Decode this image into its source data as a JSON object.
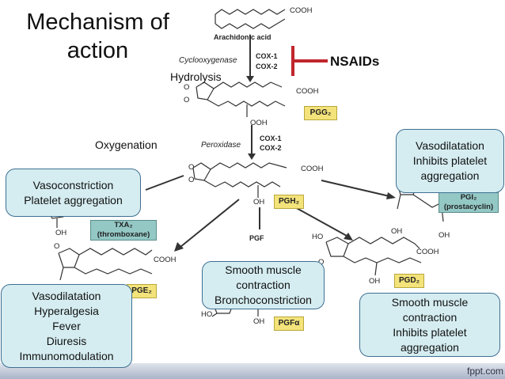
{
  "title": "Mechanism of\naction",
  "inhibitor": "NSAIDs",
  "steps": {
    "hydrolysis": "Hydrolysis",
    "oxygenation": "Oxygenation"
  },
  "molecules": {
    "arachidonic_acid": "Arachidonic acid",
    "cooh": "COOH",
    "ooh": "OOH",
    "oh": "OH",
    "ho": "HO",
    "o": "O",
    "pgf": "PGF"
  },
  "enzymes": {
    "cox_name": "Cyclooxygenase",
    "cox1": "COX-1",
    "cox2": "COX-2",
    "peroxidase": "Peroxidase"
  },
  "tags": {
    "pgg2": "PGG₂",
    "pgh2": "PGH₂",
    "pgi2_line1": "PGI₂",
    "pgi2_line2": "(prostacyclin)",
    "txa2_line1": "TXA₂",
    "txa2_line2": "(thromboxane)",
    "pge2": "PGE₂",
    "pgd2": "PGD₂",
    "pgfa": "PGFα"
  },
  "boxes": {
    "pgi2_effects": [
      "Vasodilatation",
      "Inhibits platelet",
      "aggregation"
    ],
    "txa2_effects": [
      "Vasoconstriction",
      "Platelet aggregation"
    ],
    "pge2_effects": [
      "Vasodilatation",
      "Hyperalgesia",
      "Fever",
      "Diuresis",
      "Immunomodulation"
    ],
    "pgf_effects": [
      "Smooth muscle",
      "contraction",
      "Bronchoconstriction"
    ],
    "pgd2_effects": [
      "Smooth muscle",
      "contraction",
      "Inhibits platelet",
      "aggregation"
    ]
  },
  "footer": "fppt.com",
  "colors": {
    "box_fill": "#d5edf1",
    "box_border": "#3f6f92",
    "tag_yellow": "#f3e37a",
    "tag_green": "#93c8c5",
    "inhibit_red": "#c0262d"
  }
}
